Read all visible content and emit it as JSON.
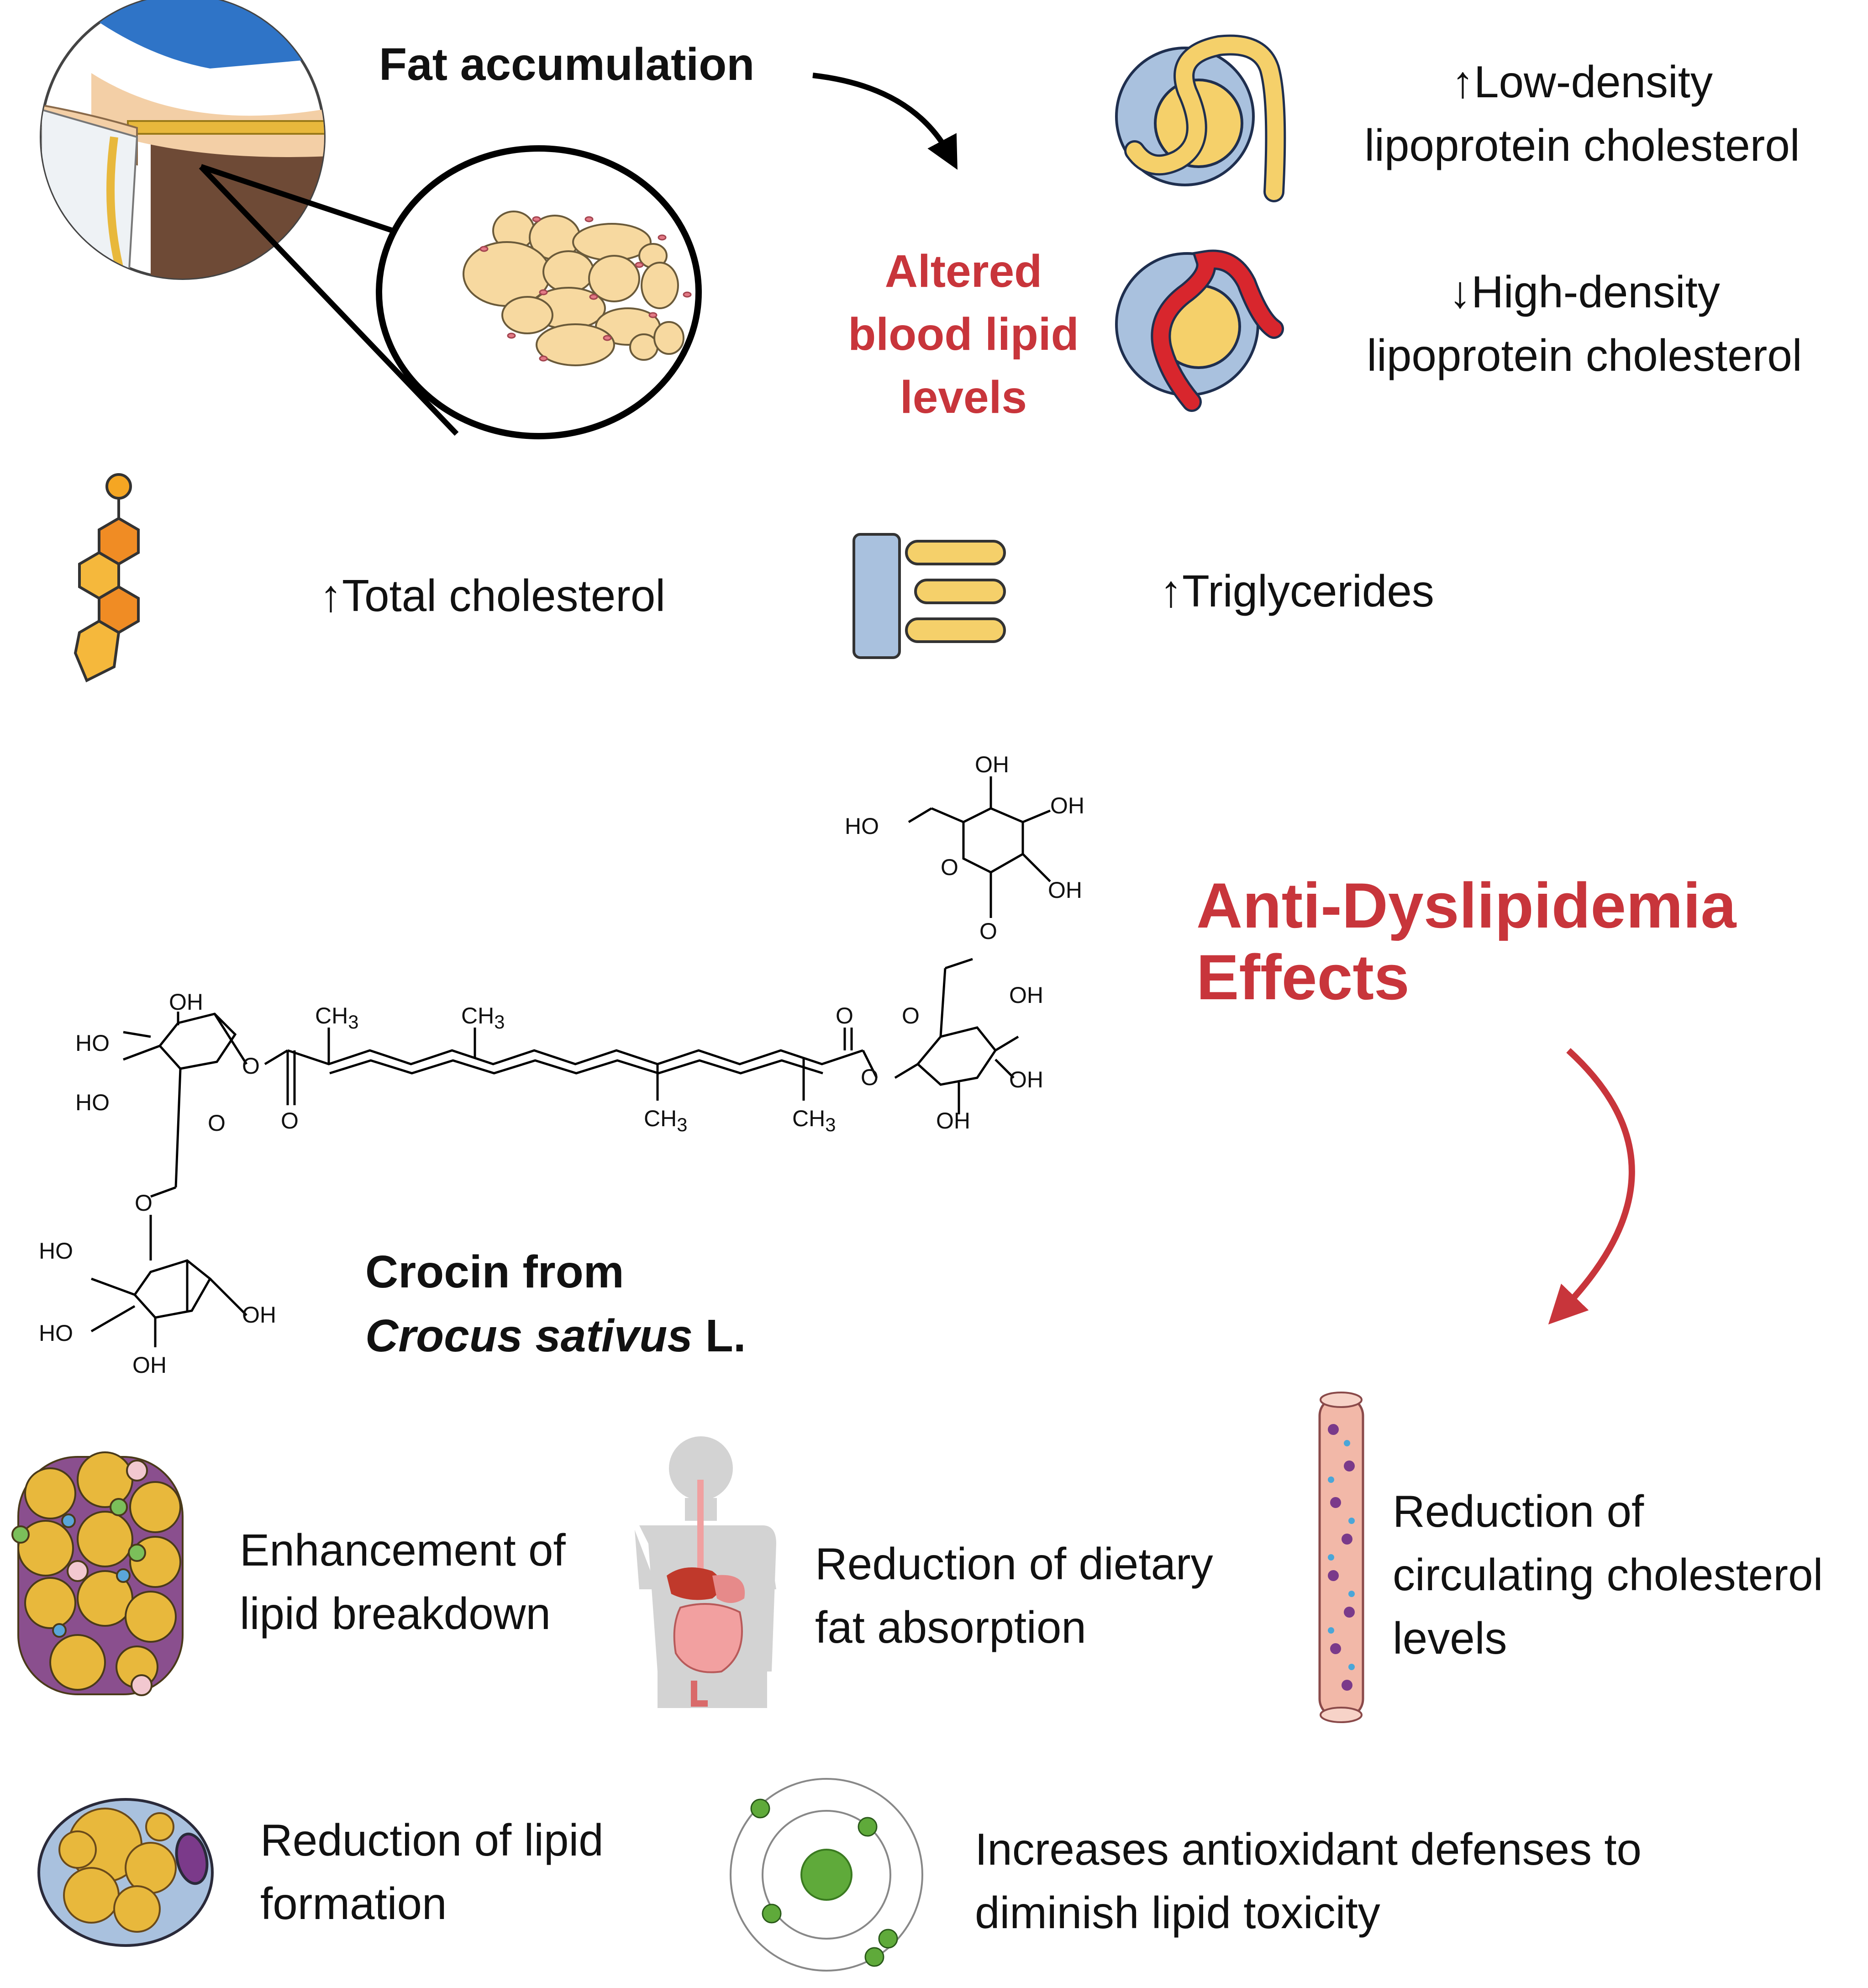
{
  "top": {
    "fat_accumulation": "Fat accumulation",
    "altered": "Altered\nblood lipid\nlevels",
    "ldl": "↑Low-density\nlipoprotein cholesterol",
    "hdl": "↓High-density\nlipoprotein cholesterol",
    "total_cholesterol": "↑Total cholesterol",
    "triglycerides": "↑Triglycerides"
  },
  "middle": {
    "title": "Anti-Dyslipidemia\nEffects",
    "compound_line1": "Crocin from",
    "compound_species": "Crocus sativus",
    "compound_suffix": " L.",
    "molecule_labels": {
      "oh": "OH",
      "ho": "HO",
      "ch3": "CH3",
      "o": "O"
    }
  },
  "effects": [
    "Enhancement of\nlipid breakdown",
    "Reduction of dietary\nfat absorption",
    "Reduction of\ncirculating cholesterol\nlevels",
    "Reduction of lipid\nformation",
    "Increases antioxidant defenses to\ndiminish lipid toxicity"
  ],
  "colors": {
    "accent_red": "#c8353b",
    "fat_yellow": "#f7d9a0",
    "lipid_gold": "#e8b83c",
    "orange": "#f0962a",
    "blue_grey": "#a9c1de",
    "green": "#5faa3a"
  }
}
